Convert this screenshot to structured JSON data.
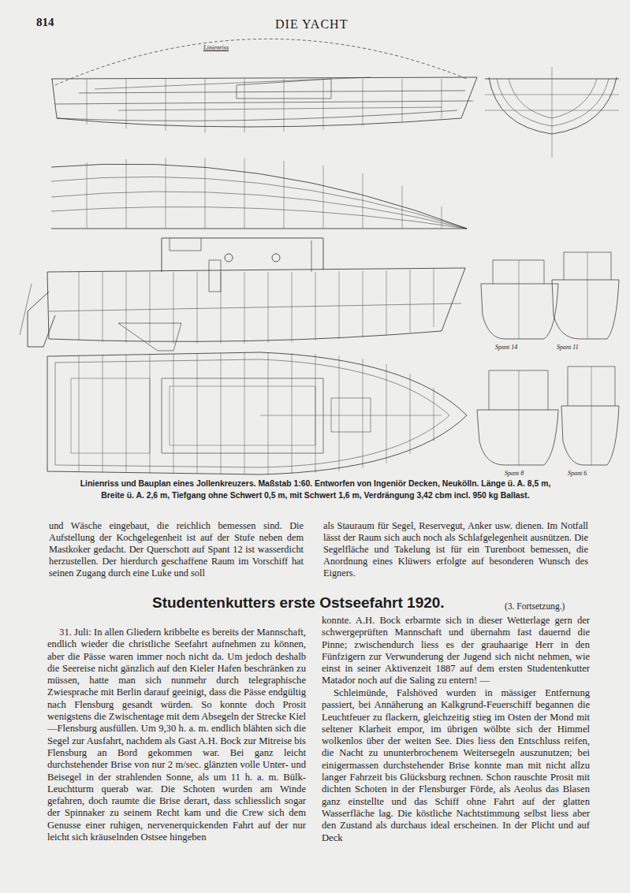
{
  "diagram": {
    "title": "Studentenkutters erste Ostseefahrt 1920.",
    "caption": "Linienriss und Bauplan eines Jollenkreuzers. Maßstab 1:60. Entworfen von Ingeniör Decken, Neukölln. Länge ü. A. 8,5 m, Breite ü. A. 2,6 m, Tiefgang ohne Schwert 0,5 m, mit Schwert 1,6 m, Verdrängung 3,42 cbm incl. 950 kg Ballast.",
    "labels": [
      "814",
      "DIE YACHT",
      "Linienriss",
      "Spant 14",
      "Spant 11",
      "Spant 8",
      "Spant 6",
      "und Wäsche eingebaut, die reichlich bemessen sind. Die Aufstellung der Kochgelegenheit ist auf der Stufe neben dem Mastkoker gedacht. Der Querschott auf Spant 12 ist wasserdicht herzustellen. Der hierdurch geschaffene Raum im Vorschiff hat seinen Zugang durch eine Luke und soll",
      "als Stauraum für Segel, Reservegut, Anker usw. dienen. Im Notfall lässt der Raum sich auch noch als Schlafgelegenheit ausnützen. Die Segelfläche und Takelung ist für ein Turenboot bemessen, die Anordnung eines Klüwers erfolgte auf besonderen Wunsch des Eigners.",
      "(3. Fortsetzung.)",
      "31. Juli: In allen Gliedern kribbelte es bereits der Mannschaft, endlich wieder die christliche Seefahrt aufnehmen zu können, aber die Pässe waren immer noch nicht da. Um jedoch deshalb die Seereise nicht gänzlich auf den Kieler Hafen beschränken zu müssen, hatte man sich nunmehr durch telegraphische Zwiesprache mit Berlin darauf geeinigt, dass die Pässe endgültig nach Flensburg gesandt würden. So konnte doch Prosit wenigstens die Zwischentage mit dem Absegeln der Strecke Kiel—Flensburg ausfüllen. Um 9,30 h. a. m. endlich blähten sich die Segel zur Ausfahrt, nachdem als Gast A.H. Bock zur Mitreise bis Flensburg an Bord gekommen war. Bei ganz leicht durchstehender Brise von nur 2 m/sec. glänzten volle Unter- und Beisegel in der strahlenden Sonne, als um 11 h. a. m. Bülk-Leuchtturm querab war. Die Schoten wurden am Winde gefahren, doch raumte die Brise derart, dass schliesslich sogar der Spinnaker zu seinem Recht kam und die Crew sich dem Genusse einer ruhigen, nervenerquickenden Fahrt auf der nur leicht sich kräuselnden Ostsee hingeben",
      "konnte. A.H. Bock erbarmte sich in dieser Wetterlage gern der schwergeprüften Mannschaft und übernahm fast dauernd die Pinne; zwischendurch liess es der grauhaarige Herr in den Fünfzigern zur Verwunderung der Jugend sich nicht nehmen, wie einst in seiner Aktivenzeit 1887 auf dem ersten Studentenkutter Matador noch auf die Saling zu entern! —",
      "Schleimünde, Falshöved wurden in mässiger Entfernung passiert, bei Annäherung an Kalkgrund-Feuerschiff begannen die Leuchtfeuer zu flackern, gleichzeitig stieg im Osten der Mond mit seltener Klarheit empor, im übrigen wölbte sich der Himmel wolkenlos über der weiten See. Dies liess den Entschluss reifen, die Nacht zu ununterbrochenem Weitersegeln auszunutzen; bei einigermassen durchstehender Brise konnte man mit nicht allzu langer Fahrzeit bis Glücksburg rechnen. Schon rauschte Prosit mit dichten Schoten in der Flensburger Förde, als Aeolus das Blasen ganz einstellte und das Schiff ohne Fahrt auf der glatten Wasserfläche lag. Die köstliche Nachtstimmung selbst liess aber den Zustand als durchaus ideal erscheinen. In der Plicht und auf Deck"
    ]
  }
}
